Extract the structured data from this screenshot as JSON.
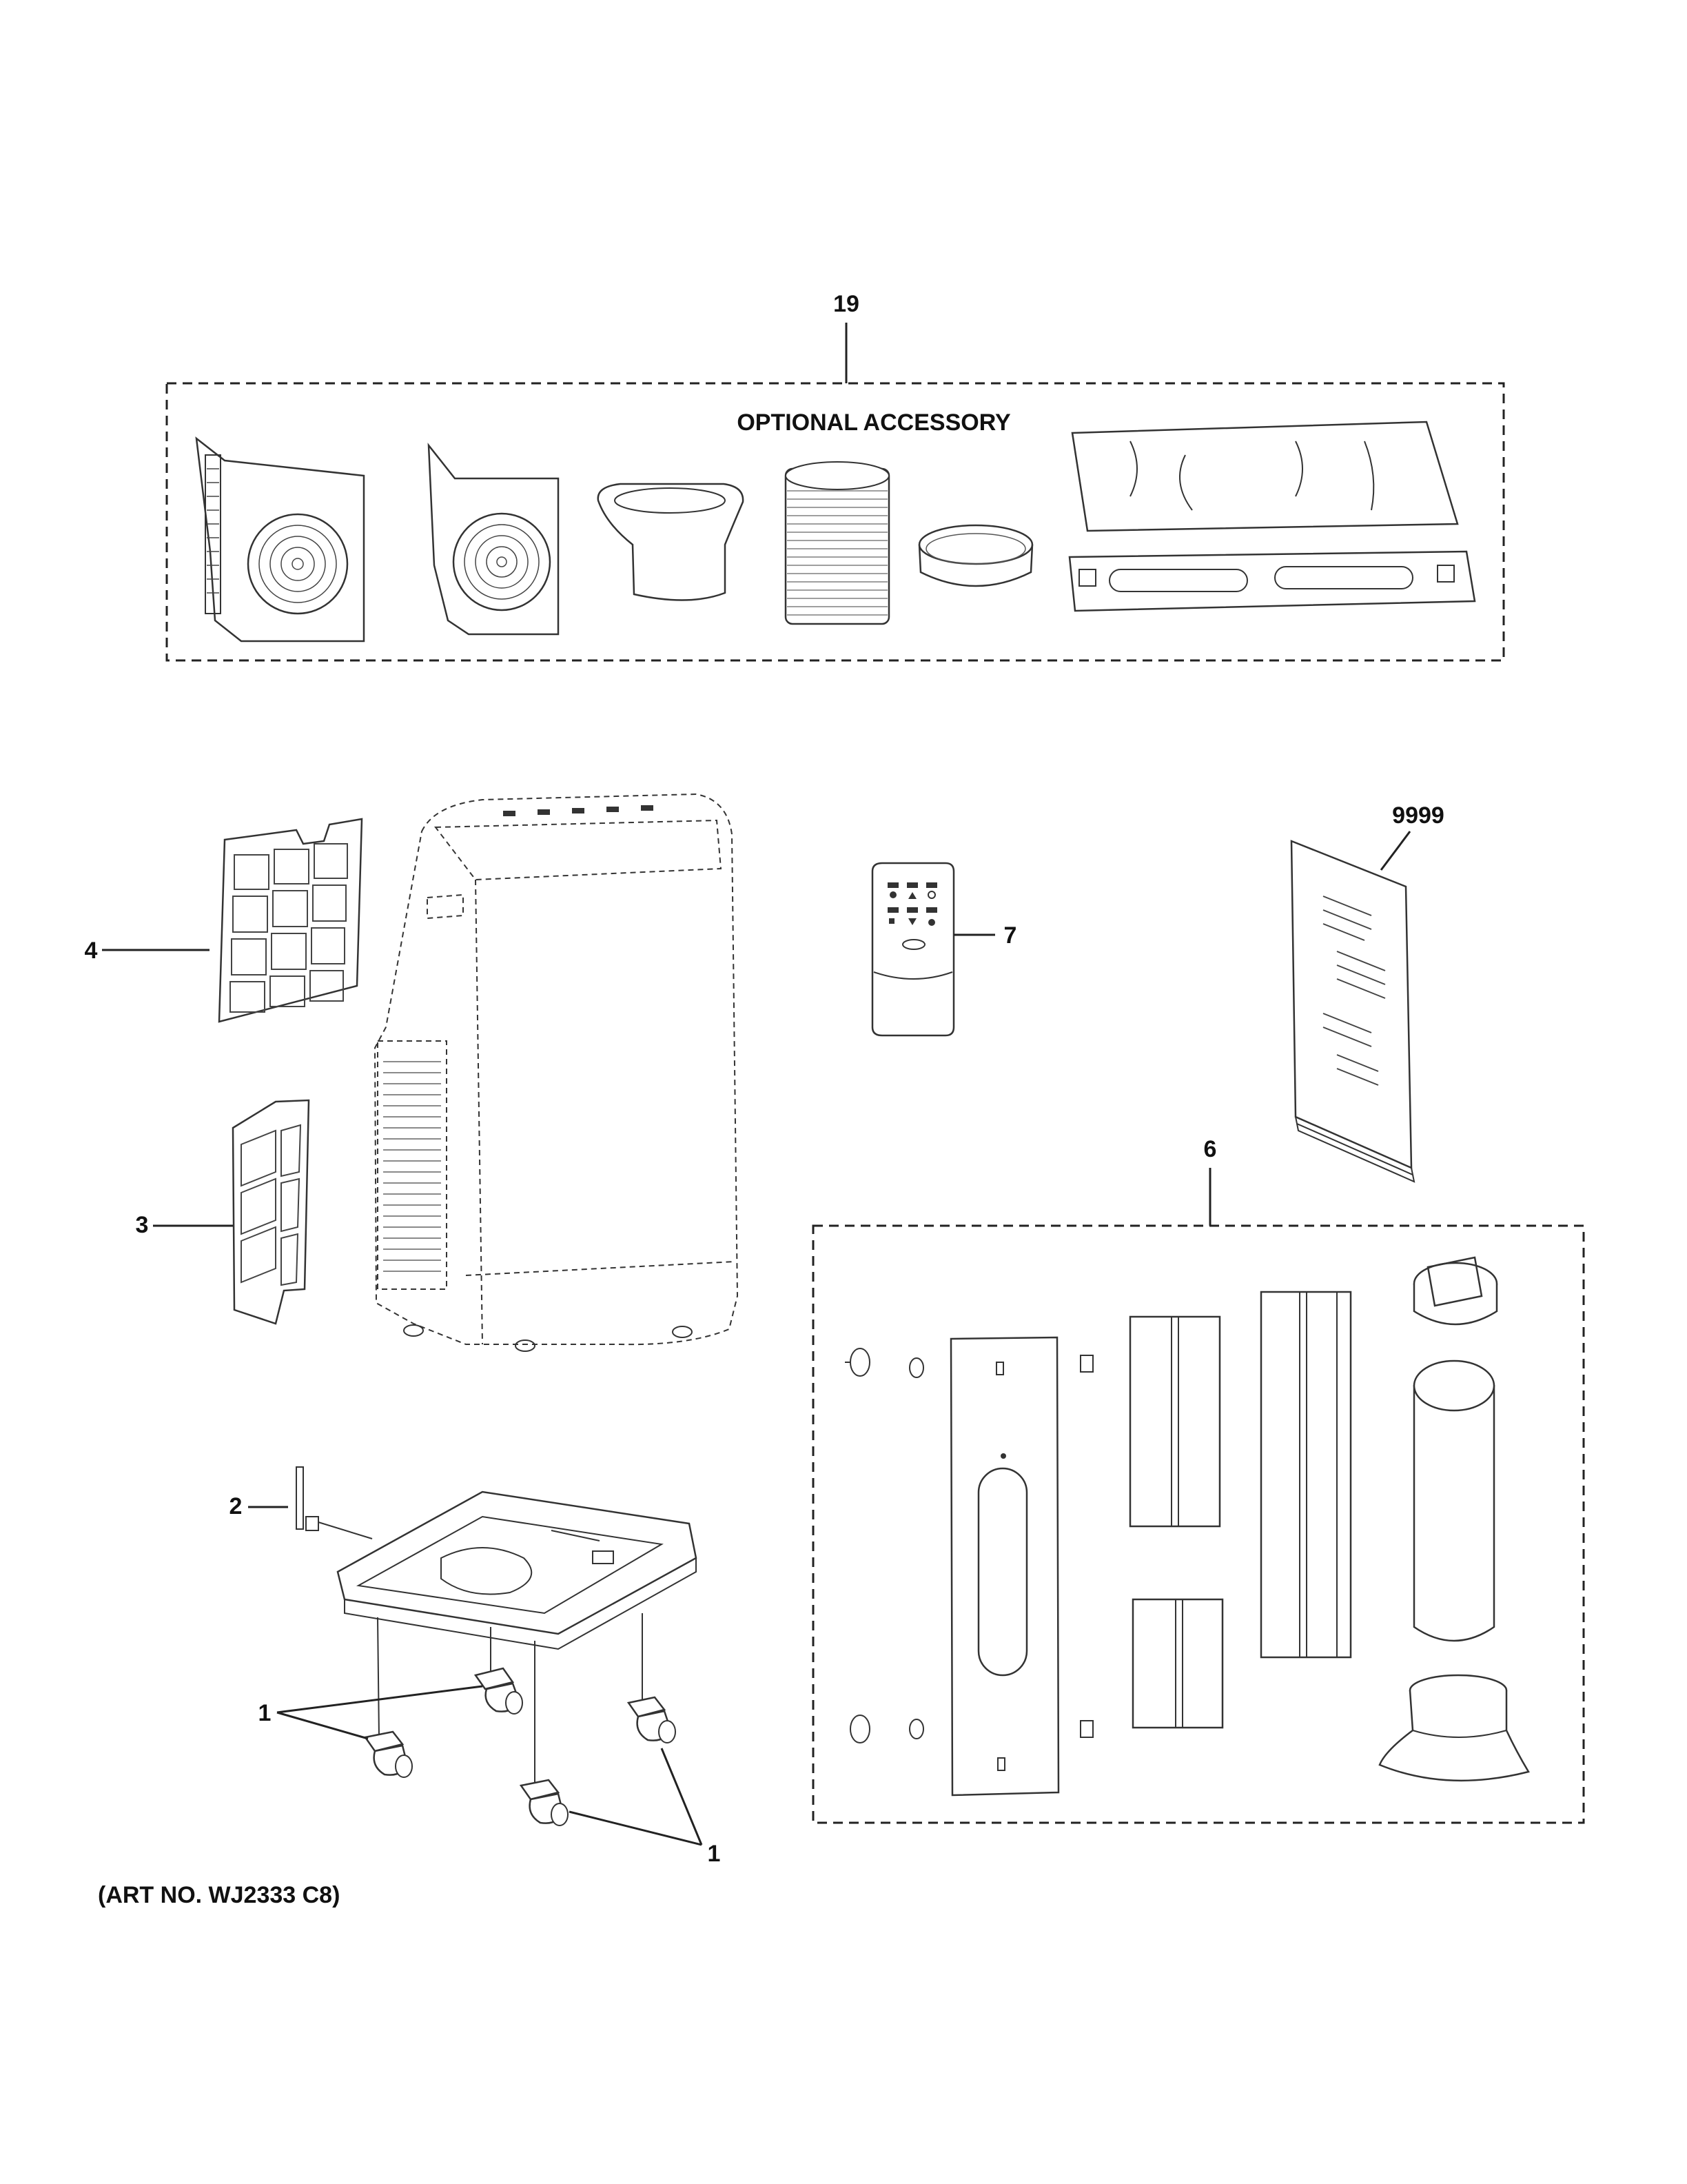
{
  "optional_accessory": {
    "callout": "19",
    "title": "OPTIONAL ACCESSORY"
  },
  "callouts": {
    "filter": "4",
    "carbon_filter": "3",
    "pin": "2",
    "casters_left": "1",
    "casters_right": "1",
    "remote": "7",
    "manual": "9999",
    "window_kit": "6"
  },
  "art_number": "(ART NO. WJ2333 C8)"
}
